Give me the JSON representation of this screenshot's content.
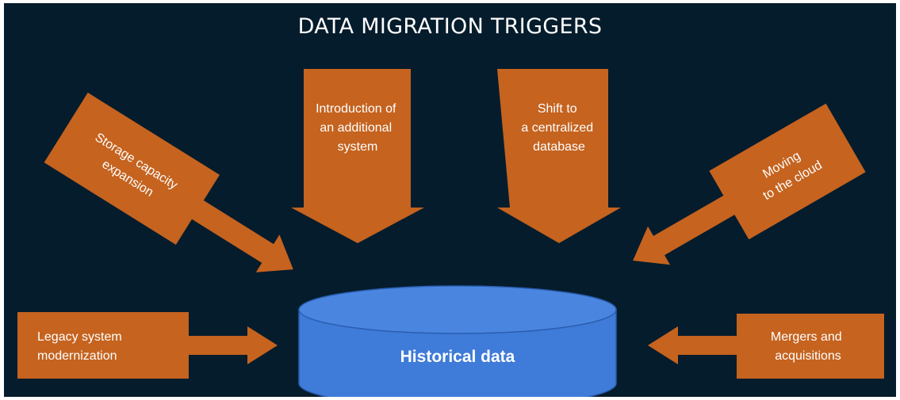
{
  "title": "DATA MIGRATION TRIGGERS",
  "colors": {
    "background": "#051c2c",
    "arrow": "#c5631f",
    "cylinder": "#3f7bd8",
    "text": "#ffffff"
  },
  "center": {
    "label": "Historical data"
  },
  "triggers": {
    "storage": [
      "Storage capacity",
      "expansion"
    ],
    "additional_system": [
      "Introduction of",
      "an additional",
      "system"
    ],
    "centralized": [
      "Shift to",
      "a centralized",
      "database"
    ],
    "cloud": [
      "Moving",
      "to the cloud"
    ],
    "legacy": [
      "Legacy system",
      "modernization"
    ],
    "mergers": [
      "Mergers and",
      "acquisitions"
    ]
  }
}
